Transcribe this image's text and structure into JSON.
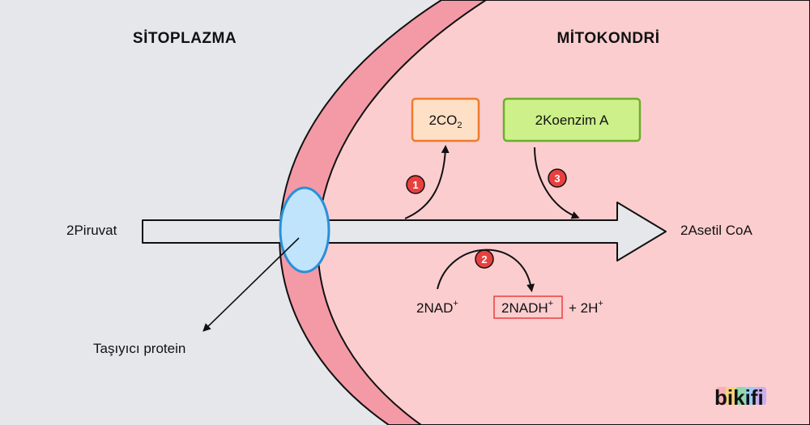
{
  "regions": {
    "cytoplasm": "SİTOPLAZMA",
    "mitochondrion": "MİTOKONDRİ"
  },
  "inputs": {
    "pyruvate": "2Piruvat",
    "nad": "2NAD",
    "nad_charge": "+"
  },
  "outputs": {
    "acetyl_coa": "2Asetil CoA",
    "co2_main": "2CO",
    "co2_sub": "2",
    "nadh": "2NADH",
    "nadh_charge": "+",
    "hydrogen": "+ 2H",
    "hydrogen_charge": "+"
  },
  "reactants": {
    "coenzyme_a": "2Koenzim A"
  },
  "steps": [
    "1",
    "2",
    "3"
  ],
  "labels": {
    "carrier_protein": "Taşıyıcı protein"
  },
  "brand": {
    "logo": "bikifi"
  },
  "colors": {
    "background": "#e6e7eb",
    "membrane": "#f49aa6",
    "matrix": "#fbcdcf",
    "co2_box_fill": "#fde0c6",
    "co2_box_stroke": "#ef7b2d",
    "coa_box_fill": "#cdf08a",
    "coa_box_stroke": "#6cae2c",
    "carrier_fill": "#bfe4fb",
    "carrier_stroke": "#2a8fd8",
    "step_badge": "#e8403f",
    "nadh_box_stroke": "#e8403f"
  }
}
